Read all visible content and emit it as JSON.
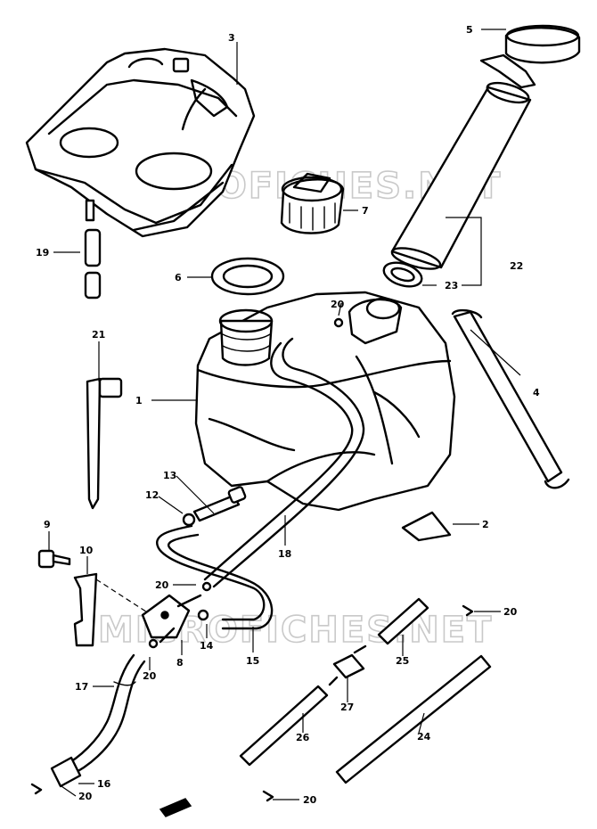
{
  "watermarks": [
    "MICROFICHES.NET",
    "MICROFICHES.NET"
  ],
  "callouts": [
    {
      "id": "c1",
      "label": "1"
    },
    {
      "id": "c2",
      "label": "2"
    },
    {
      "id": "c3",
      "label": "3"
    },
    {
      "id": "c4",
      "label": "4"
    },
    {
      "id": "c5",
      "label": "5"
    },
    {
      "id": "c6",
      "label": "6"
    },
    {
      "id": "c7",
      "label": "7"
    },
    {
      "id": "c8",
      "label": "8"
    },
    {
      "id": "c9",
      "label": "9"
    },
    {
      "id": "c10",
      "label": "10"
    },
    {
      "id": "c12",
      "label": "12"
    },
    {
      "id": "c13",
      "label": "13"
    },
    {
      "id": "c14",
      "label": "14"
    },
    {
      "id": "c15",
      "label": "15"
    },
    {
      "id": "c16",
      "label": "16"
    },
    {
      "id": "c17",
      "label": "17"
    },
    {
      "id": "c18",
      "label": "18"
    },
    {
      "id": "c19",
      "label": "19"
    },
    {
      "id": "c20a",
      "label": "20"
    },
    {
      "id": "c20b",
      "label": "20"
    },
    {
      "id": "c20c",
      "label": "20"
    },
    {
      "id": "c20d",
      "label": "20"
    },
    {
      "id": "c20e",
      "label": "20"
    },
    {
      "id": "c20f",
      "label": "20"
    },
    {
      "id": "c21",
      "label": "21"
    },
    {
      "id": "c22",
      "label": "22"
    },
    {
      "id": "c23",
      "label": "23"
    },
    {
      "id": "c24",
      "label": "24"
    },
    {
      "id": "c25",
      "label": "25"
    },
    {
      "id": "c26",
      "label": "26"
    },
    {
      "id": "c27",
      "label": "27"
    }
  ]
}
